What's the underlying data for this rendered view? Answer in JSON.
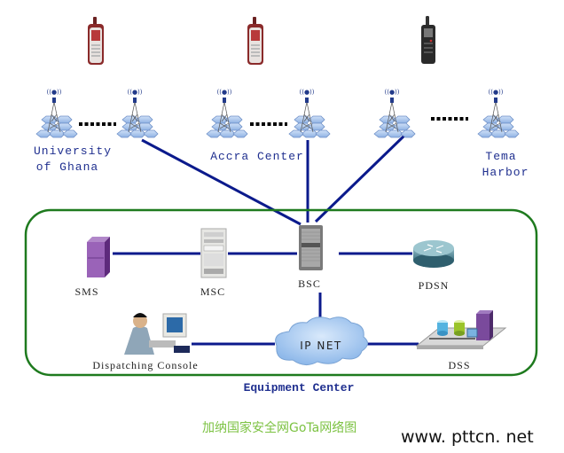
{
  "diagram": {
    "colors": {
      "link": "#0b1a8c",
      "boundary": "#1e7a1e",
      "label": "#1f2f8f",
      "watermark_cn": "#7cc242"
    },
    "handsets": [
      {
        "name": "phone-1",
        "style": "red-phone"
      },
      {
        "name": "phone-2",
        "style": "red-phone"
      },
      {
        "name": "phone-3",
        "style": "black-radio"
      }
    ],
    "base_station_groups": [
      {
        "label_lines": [
          "University",
          "of Ghana"
        ]
      },
      {
        "label_lines": [
          "Accra Center"
        ]
      },
      {
        "label_lines": [
          "Tema",
          "Harbor"
        ]
      }
    ],
    "equipment_center": {
      "title": "Equipment Center",
      "nodes": {
        "sms": "SMS",
        "msc": "MSC",
        "bsc": "BSC",
        "pdsn": "PDSN",
        "ipnet": "IP NET",
        "console": "Dispatching Console",
        "dss": "DSS"
      }
    },
    "links": [
      [
        "sms",
        "msc"
      ],
      [
        "msc",
        "bsc"
      ],
      [
        "bsc",
        "pdsn"
      ],
      [
        "bsc",
        "ipnet"
      ],
      [
        "console",
        "ipnet"
      ],
      [
        "ipnet",
        "dss"
      ],
      [
        "bts-2",
        "bsc"
      ],
      [
        "bts-4",
        "bsc"
      ],
      [
        "bts-5",
        "bsc"
      ]
    ]
  },
  "watermark": {
    "cn": "加纳国家安全网GoTa网络图",
    "url": "www. pttcn. net"
  }
}
